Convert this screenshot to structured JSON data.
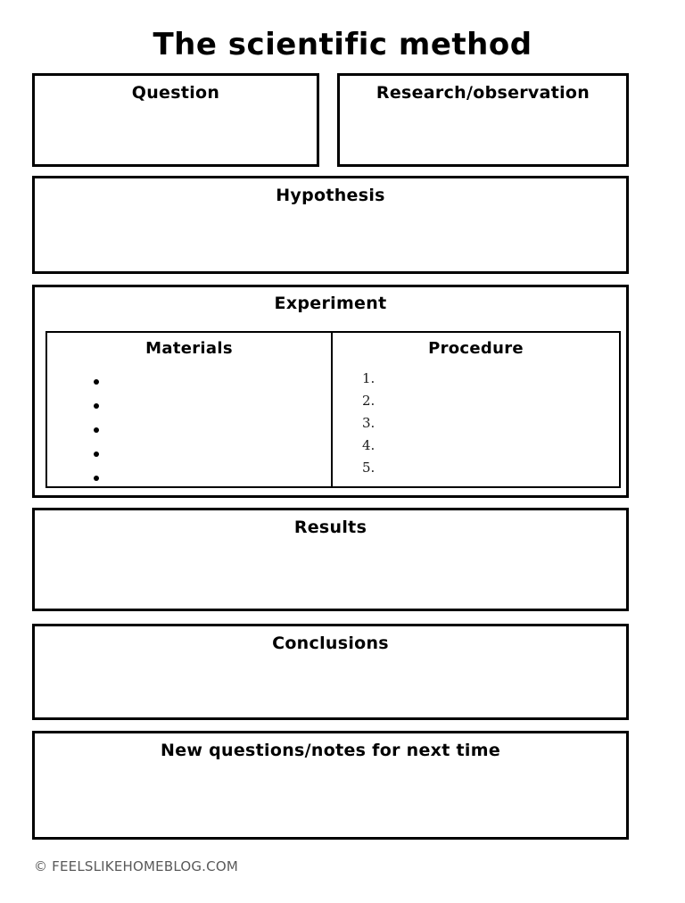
{
  "document": {
    "title": "The scientific method",
    "background_color": "#ffffff",
    "ink_color": "#000000",
    "footer_color": "#595959"
  },
  "sections": {
    "question": {
      "heading": "question"
    },
    "research": {
      "heading": "research/observation"
    },
    "hypothesis": {
      "heading": "hypothesis"
    },
    "experiment": {
      "heading": "experiment",
      "materials": {
        "heading": "materials",
        "bullets": [
          "",
          "",
          "",
          "",
          ""
        ]
      },
      "procedure": {
        "heading": "procedure",
        "steps": [
          "1.",
          "2.",
          "3.",
          "4.",
          "5."
        ]
      }
    },
    "results": {
      "heading": "results"
    },
    "conclusions": {
      "heading": "conclusions"
    },
    "new_questions": {
      "heading": "new questions/notes for next time"
    }
  },
  "footer": {
    "credit": "© FeelsLikeHomeBlog.com"
  }
}
